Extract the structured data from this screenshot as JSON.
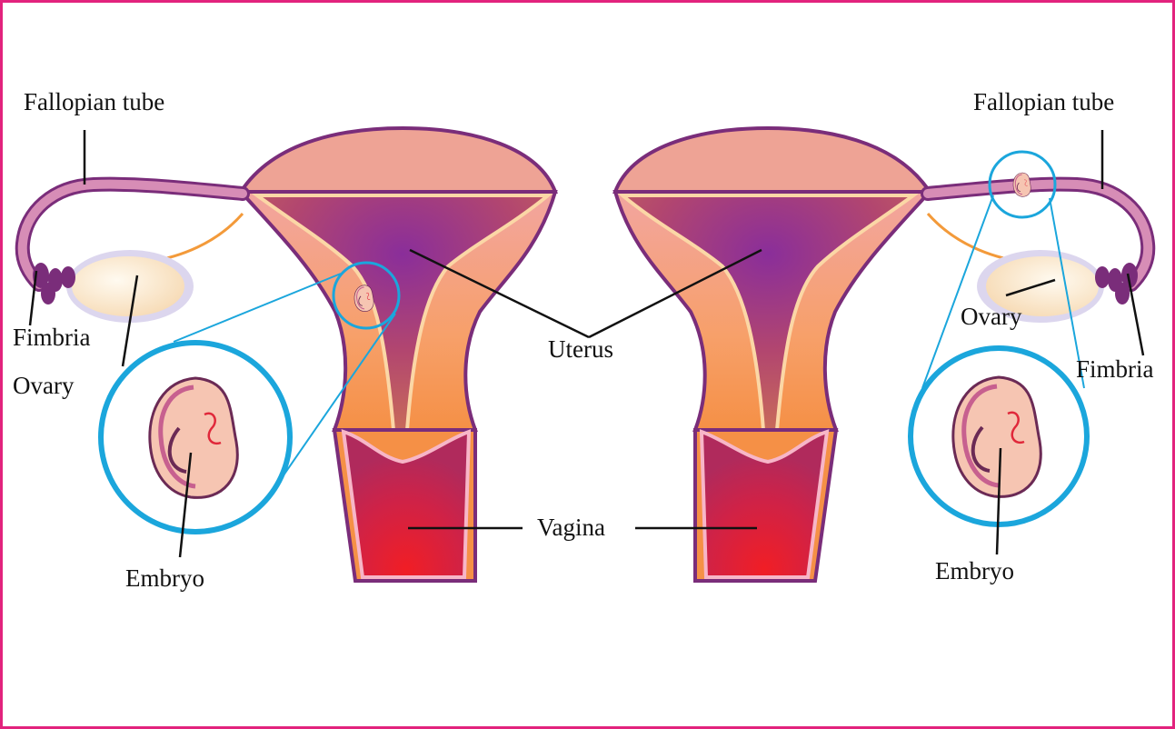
{
  "labels": {
    "fallopian_tube_left": "Fallopian tube",
    "fallopian_tube_right": "Fallopian tube",
    "fimbria_left": "Fimbria",
    "fimbria_right": "Fimbria",
    "ovary_left": "Ovary",
    "ovary_right": "Ovary",
    "uterus": "Uterus",
    "vagina": "Vagina",
    "embryo_left": "Embryo",
    "embryo_right": "Embryo"
  },
  "colors": {
    "frame": "#e2237d",
    "magnifier_ring": "#1ba6dc",
    "uterus_wall": "#f6a07a",
    "uterus_cavity": "#9b3a8c",
    "vagina": "#e8253a",
    "tube": "#b0569a",
    "ovary": "#fbe3c2",
    "leader_line": "#111111"
  }
}
